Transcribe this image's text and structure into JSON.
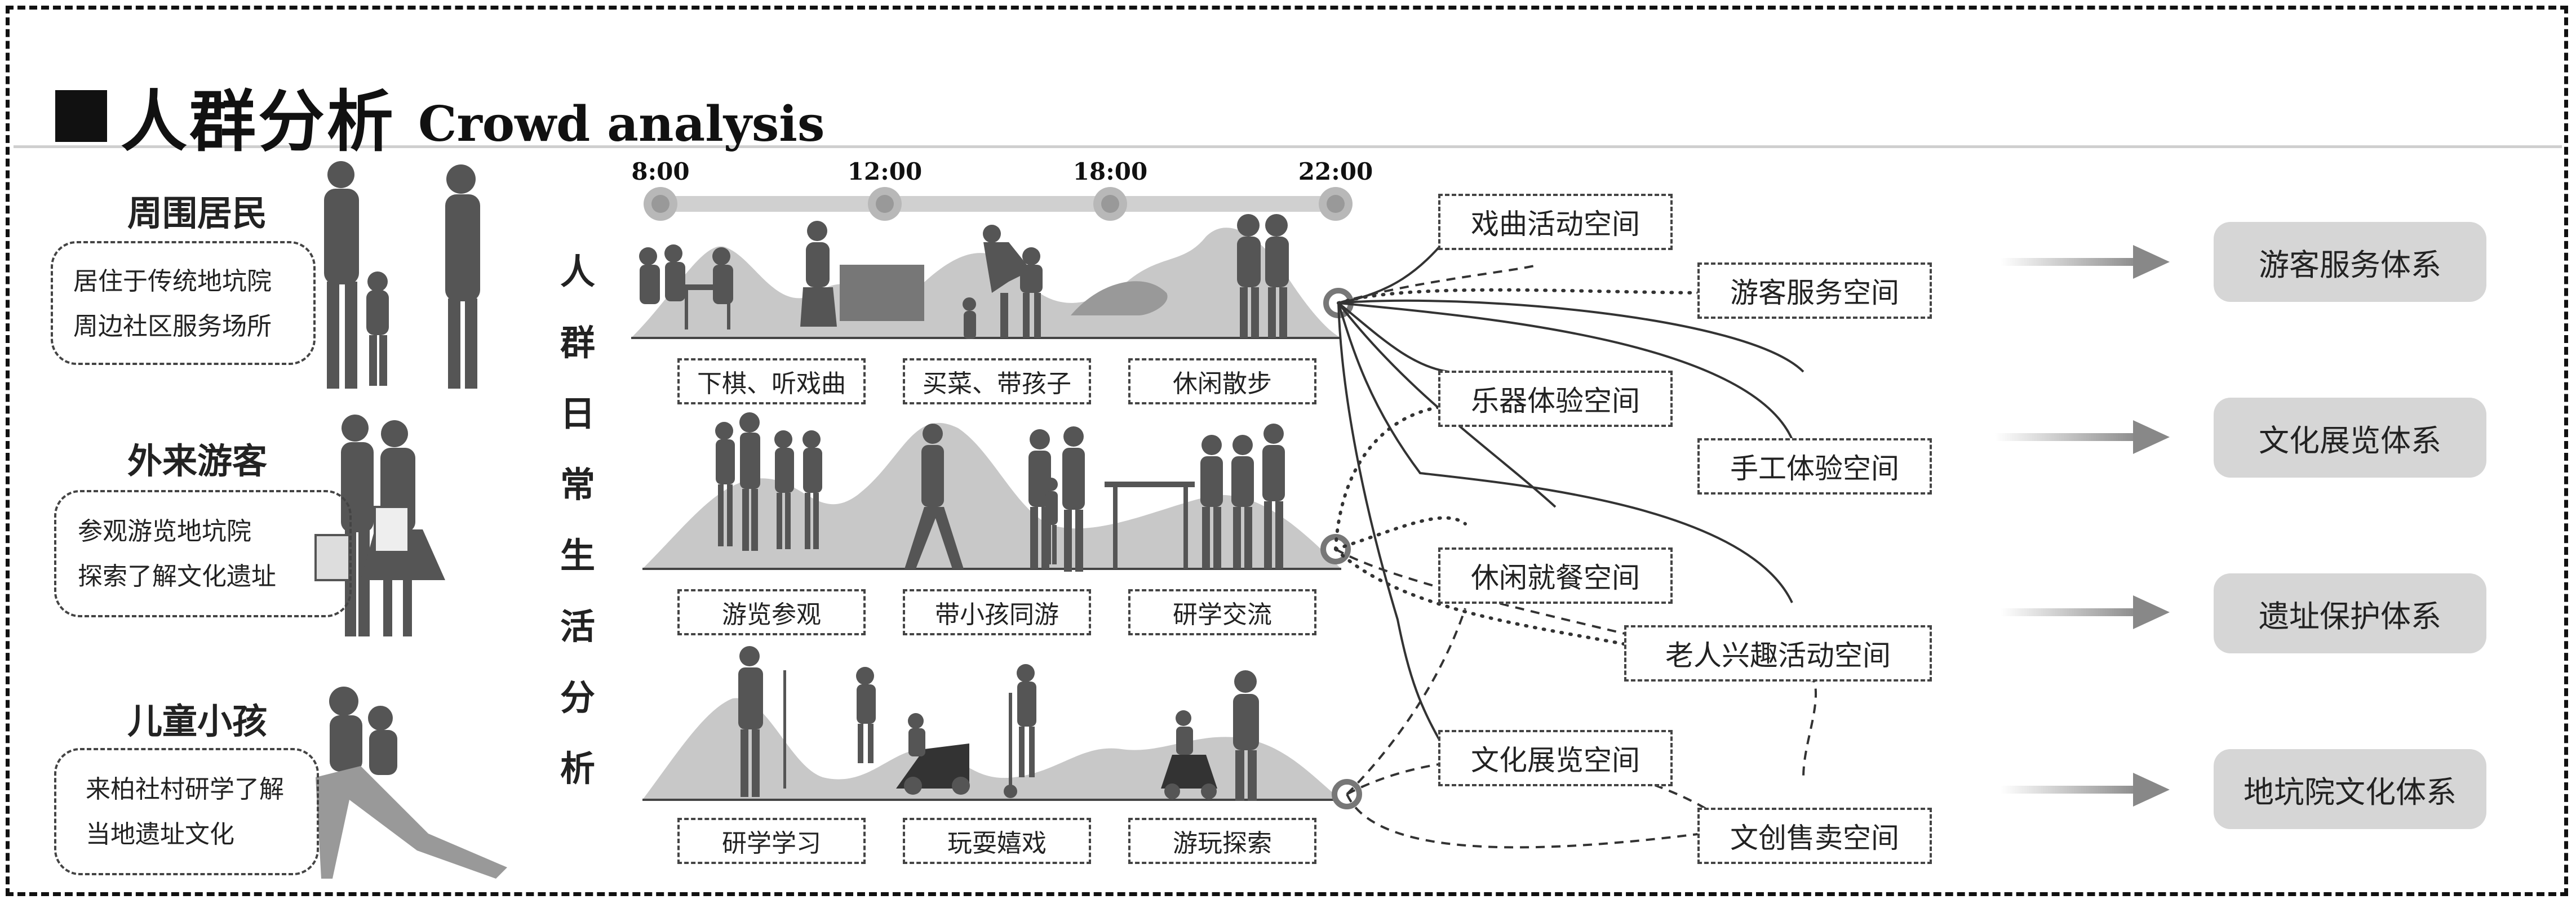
{
  "title": {
    "cn": "人群分析",
    "en": "Crowd analysis"
  },
  "groups": [
    {
      "name": "周围居民",
      "desc": [
        "居住于传统地坑院",
        "周边社区服务场所"
      ]
    },
    {
      "name": "外来游客",
      "desc": [
        "参观游览地坑院",
        "探索了解文化遗址"
      ]
    },
    {
      "name": "儿童小孩",
      "desc": [
        "来柏社村研学了解",
        "当地遗址文化"
      ]
    }
  ],
  "vertical_title": [
    "人",
    "群",
    "日",
    "常",
    "生",
    "活",
    "分",
    "析"
  ],
  "timeline": [
    "8:00",
    "12:00",
    "18:00",
    "22:00"
  ],
  "activities": [
    [
      "下棋、听戏曲",
      "买菜、带孩子",
      "休闲散步"
    ],
    [
      "游览参观",
      "带小孩同游",
      "研学交流"
    ],
    [
      "研学学习",
      "玩耍嬉戏",
      "游玩探索"
    ]
  ],
  "spaces": [
    "戏曲活动空间",
    "游客服务空间",
    "乐器体验空间",
    "手工体验空间",
    "休闲就餐空间",
    "老人兴趣活动空间",
    "文化展览空间",
    "文创售卖空间"
  ],
  "systems": [
    "游客服务体系",
    "文化展览体系",
    "遗址保护体系",
    "地坑院文化体系"
  ],
  "colors": {
    "ink": "#111111",
    "silhouette": "#c8c8c8",
    "people": "#555555",
    "system_fill": "#d6d6d6",
    "arrow": "#9a9a9a"
  }
}
